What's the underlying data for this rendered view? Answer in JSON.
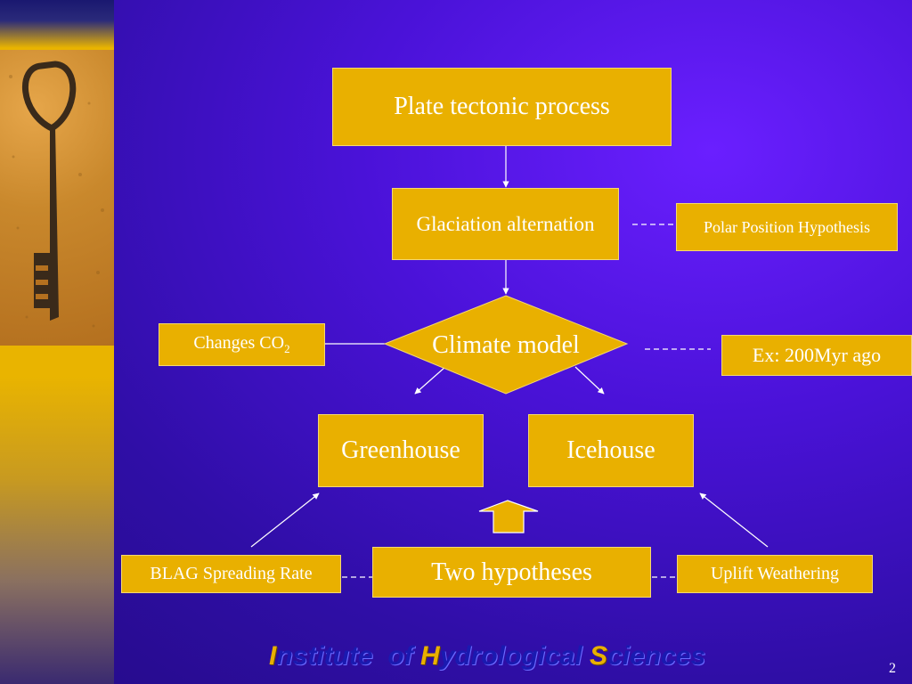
{
  "nodes": {
    "plate": "Plate tectonic process",
    "glaciation": "Glaciation alternation",
    "polar": "Polar Position Hypothesis",
    "co2_text": "Changes CO",
    "co2_sub": "2",
    "climate": "Climate model",
    "ex": "Ex: 200Myr ago",
    "greenhouse": "Greenhouse",
    "icehouse": "Icehouse",
    "two": "Two hypotheses",
    "blag": "BLAG Spreading Rate",
    "uplift": "Uplift Weathering"
  },
  "footer": {
    "cap1": "I",
    "rest1": "nstitute  of ",
    "cap2": "H",
    "rest2": "ydrological ",
    "cap3": "S",
    "rest3": "ciences"
  },
  "page_number": "2",
  "colors": {
    "node_fill": "#e9b000",
    "background": "#4a12d8",
    "footer_text": "#1a1ab0",
    "lines": "#ffffff"
  },
  "icons": {
    "sidebar_image": "iron-key-icon",
    "connector_arrow": "arrow-up-icon"
  }
}
